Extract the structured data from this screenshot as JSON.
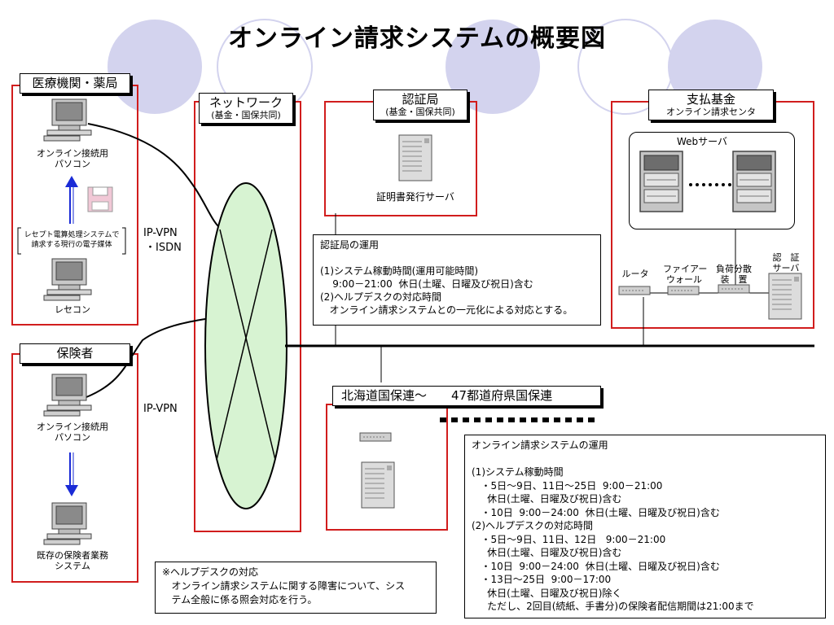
{
  "title": "オンライン請求システムの概要図",
  "medical": {
    "heading": "医療機関・薬局",
    "pc_label": "オンライン接続用\nパソコン",
    "bracket_note": "レセプト電算処理システムで\n請求する現行の電子媒体",
    "recekon_label": "レセコン"
  },
  "insurer": {
    "heading": "保険者",
    "pc_label": "オンライン接続用\nパソコン",
    "system_label": "既存の保険者業務\nシステム"
  },
  "network": {
    "heading": "ネットワーク",
    "sub": "(基金・国保共同)",
    "vpn_isdn_1": "IP-VPN",
    "vpn_isdn_2": "・ISDN",
    "vpn_2": "IP-VPN"
  },
  "cert": {
    "heading": "認証局",
    "sub": "(基金・国保共同)",
    "server_label": "証明書発行サーバ",
    "operation": [
      "認証局の運用",
      "",
      "(1)システム稼動時間(運用可能時間)",
      "    9:00－21:00  休日(土曜、日曜及び祝日)含む",
      "(2)ヘルプデスクの対応時間",
      "   オンライン請求システムとの一元化による対応とする。"
    ]
  },
  "shiharai": {
    "heading": "支払基金",
    "sub": "オンライン請求センタ",
    "web_server": "Webサーバ",
    "router": "ルータ",
    "firewall": "ファイアー\nウォール",
    "load_balancer": "負荷分散\n装　置",
    "auth_server": "認　証\nサーバ"
  },
  "kokuho": {
    "heading": "北海道国保連〜　　47都道府県国保連"
  },
  "helpdesk": [
    "※ヘルプデスクの対応",
    "   オンライン請求システムに関する障害について、シス",
    "   テム全般に係る照会対応を行う。"
  ],
  "online_operation": [
    "オンライン請求システムの運用",
    "",
    "(1)システム稼動時間",
    "   ・5日〜9日、11日〜25日  9:00－21:00",
    "     休日(土曜、日曜及び祝日)含む",
    "   ・10日  9:00－24:00  休日(土曜、日曜及び祝日)含む",
    "(2)ヘルプデスクの対応時間",
    "   ・5日〜9日、11日、12日   9:00－21:00",
    "     休日(土曜、日曜及び祝日)含む",
    "   ・10日  9:00－24:00  休日(土曜、日曜及び祝日)含む",
    "   ・13日〜25日  9:00－17:00",
    "     休日(土曜、日曜及び祝日)除く",
    "     ただし、2回目(続紙、手書分)の保険者配信期間は21:00まで"
  ],
  "colors": {
    "frame_red": "#d11d1d",
    "circle_fill": "#d3d3ee",
    "network_fill": "#d7f3d2",
    "arrow_blue": "#1a2bd6"
  }
}
